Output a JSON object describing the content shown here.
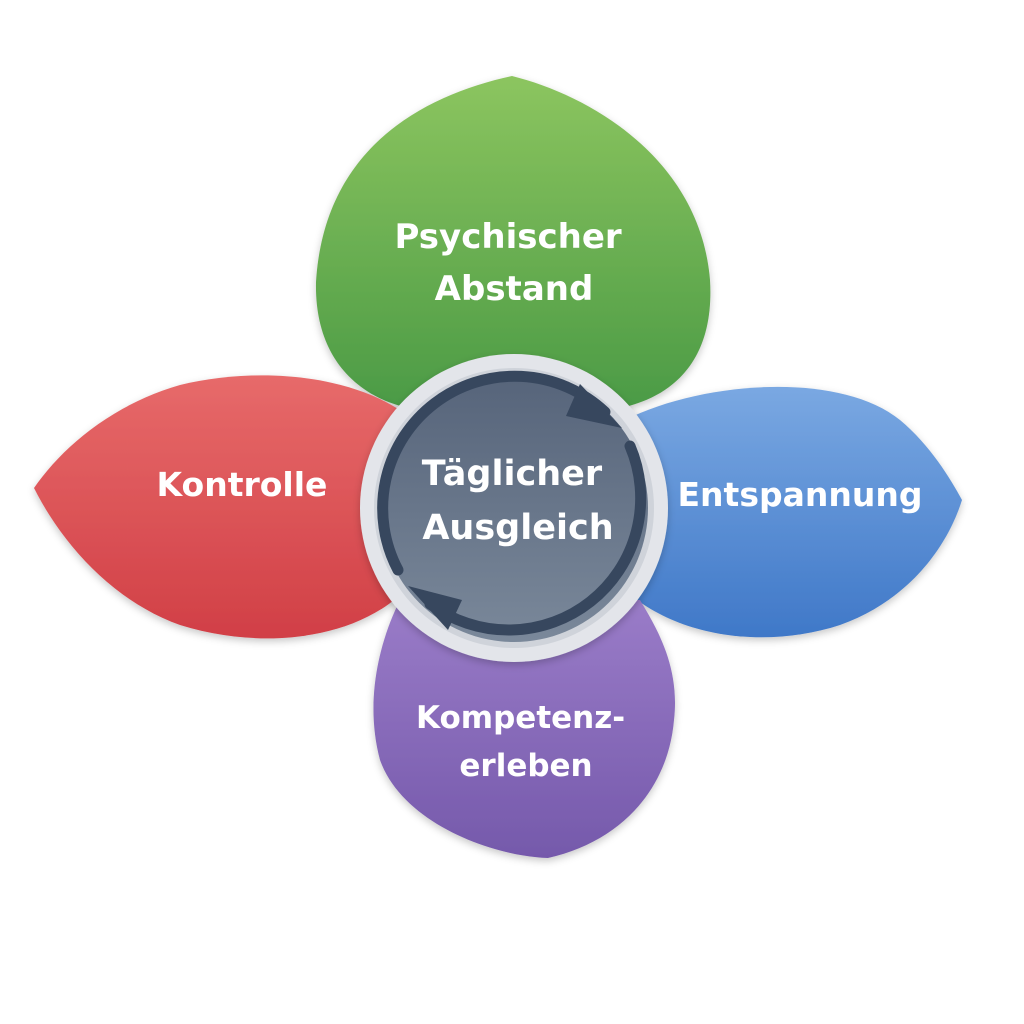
{
  "diagram": {
    "center": {
      "line1": "Täglicher",
      "line2": "Ausgleich",
      "color": "#6c7a8d",
      "ring_color": "#e3e5ea",
      "arrow_color": "#37475e"
    },
    "petals": {
      "top": {
        "line1": "Psychischer",
        "line2": "Abstand",
        "color": "#6fb44f"
      },
      "right": {
        "line1": "Entspannung",
        "color": "#4f86d4"
      },
      "bottom": {
        "line1": "Kompetenz-",
        "line2": "erleben",
        "color": "#8865b8"
      },
      "left": {
        "line1": "Kontrolle",
        "color": "#dd4c50"
      }
    }
  }
}
